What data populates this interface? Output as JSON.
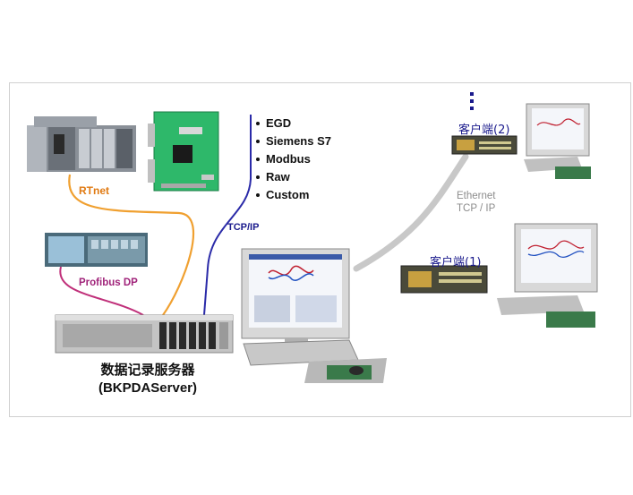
{
  "protocols": [
    "EGD",
    "Siemens S7",
    "Modbus",
    "Raw",
    "Custom"
  ],
  "links": {
    "rtnet": "RTnet",
    "profibus": "Profibus DP",
    "tcpip": "TCP/IP"
  },
  "network": {
    "ethernet": "Ethernet",
    "tcpip": "TCP / IP"
  },
  "clients": {
    "client2": "客户端(2)",
    "client1": "客户端(1)"
  },
  "server": {
    "name": "数据记录服务器",
    "id": "(BKPDAServer)"
  },
  "colors": {
    "rtnet_line": "#f0a030",
    "profibus_line": "#c0307a",
    "tcp_line": "#2a2aa8",
    "ethernet_line": "#c8c8c8",
    "circuit_board": "#2eb86a"
  },
  "icons": [
    "plc-rack",
    "circuit-board",
    "hmi-panel",
    "rack-server",
    "workstation-monitor",
    "keyboard",
    "mouse",
    "client-pc",
    "more-dots"
  ]
}
